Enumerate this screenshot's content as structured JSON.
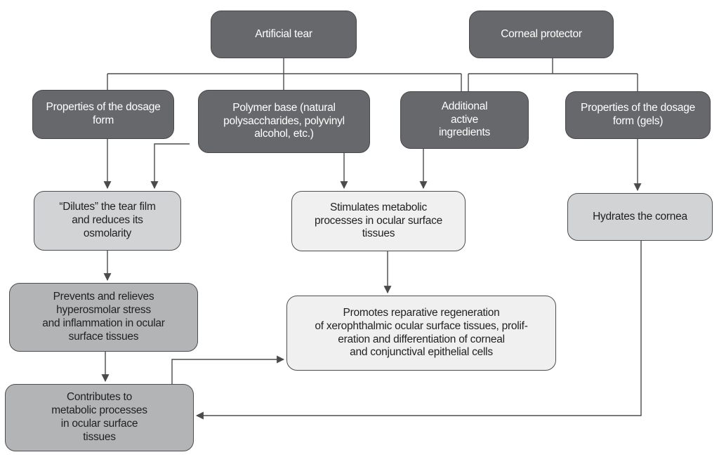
{
  "diagram": {
    "title": "Artificial tear and corneal protector mechanisms flowchart",
    "colors": {
      "node_dark": "#67686b",
      "node_light": "#d2d3d5",
      "node_lighter": "#f0f0f1",
      "node_medium": "#b2b4b6",
      "line": "#4a4b4d",
      "text_on_dark": "#ffffff",
      "text_on_light": "#1f2021",
      "background": "#ffffff"
    },
    "nodes": {
      "artificial_tear": {
        "label": "Artificial tear"
      },
      "corneal_protector": {
        "label": "Corneal protector"
      },
      "properties_dosage_form": {
        "label": "Properties of the dosage\nform"
      },
      "polymer_base": {
        "label": "Polymer base (natural\npolysaccharides, polyvinyl\nalcohol, etc.)"
      },
      "additional_ingredients": {
        "label": "Additional\nactive\ningredients"
      },
      "properties_gels": {
        "label": "Properties of the dosage\nform (gels)"
      },
      "dilutes": {
        "label": "“Dilutes” the tear film\nand reduces its\nosmolarity"
      },
      "stimulates": {
        "label": "Stimulates metabolic\nprocesses in ocular surface\ntissues"
      },
      "hydrates": {
        "label": "Hydrates the cornea"
      },
      "prevents": {
        "label": "Prevents and relieves\nhyperosmolar stress\nand inflammation in ocular\nsurface tissues"
      },
      "promotes": {
        "label": "Promotes reparative regeneration\nof xerophthalmic ocular surface tissues, prolif-\neration and differentiation of corneal\nand conjunctival epithelial cells"
      },
      "contributes": {
        "label": "Contributes to\nmetabolic processes\nin ocular surface\ntissues"
      }
    },
    "edges": [
      {
        "from": "artificial_tear",
        "to": "properties_dosage_form",
        "arrow": false
      },
      {
        "from": "artificial_tear",
        "to": "polymer_base",
        "arrow": false
      },
      {
        "from": "artificial_tear",
        "to": "additional_ingredients",
        "arrow": false
      },
      {
        "from": "corneal_protector",
        "to": "additional_ingredients",
        "arrow": false
      },
      {
        "from": "corneal_protector",
        "to": "properties_gels",
        "arrow": false
      },
      {
        "from": "properties_dosage_form",
        "to": "dilutes",
        "arrow": true
      },
      {
        "from": "polymer_base",
        "to": "dilutes",
        "arrow": true
      },
      {
        "from": "polymer_base",
        "to": "stimulates",
        "arrow": true
      },
      {
        "from": "additional_ingredients",
        "to": "stimulates",
        "arrow": true
      },
      {
        "from": "properties_gels",
        "to": "hydrates",
        "arrow": true
      },
      {
        "from": "dilutes",
        "to": "prevents",
        "arrow": true
      },
      {
        "from": "stimulates",
        "to": "promotes",
        "arrow": true
      },
      {
        "from": "prevents",
        "to": "contributes",
        "arrow": true
      },
      {
        "from": "contributes",
        "to": "promotes",
        "arrow": true
      },
      {
        "from": "hydrates",
        "to": "contributes",
        "arrow": true
      }
    ]
  }
}
